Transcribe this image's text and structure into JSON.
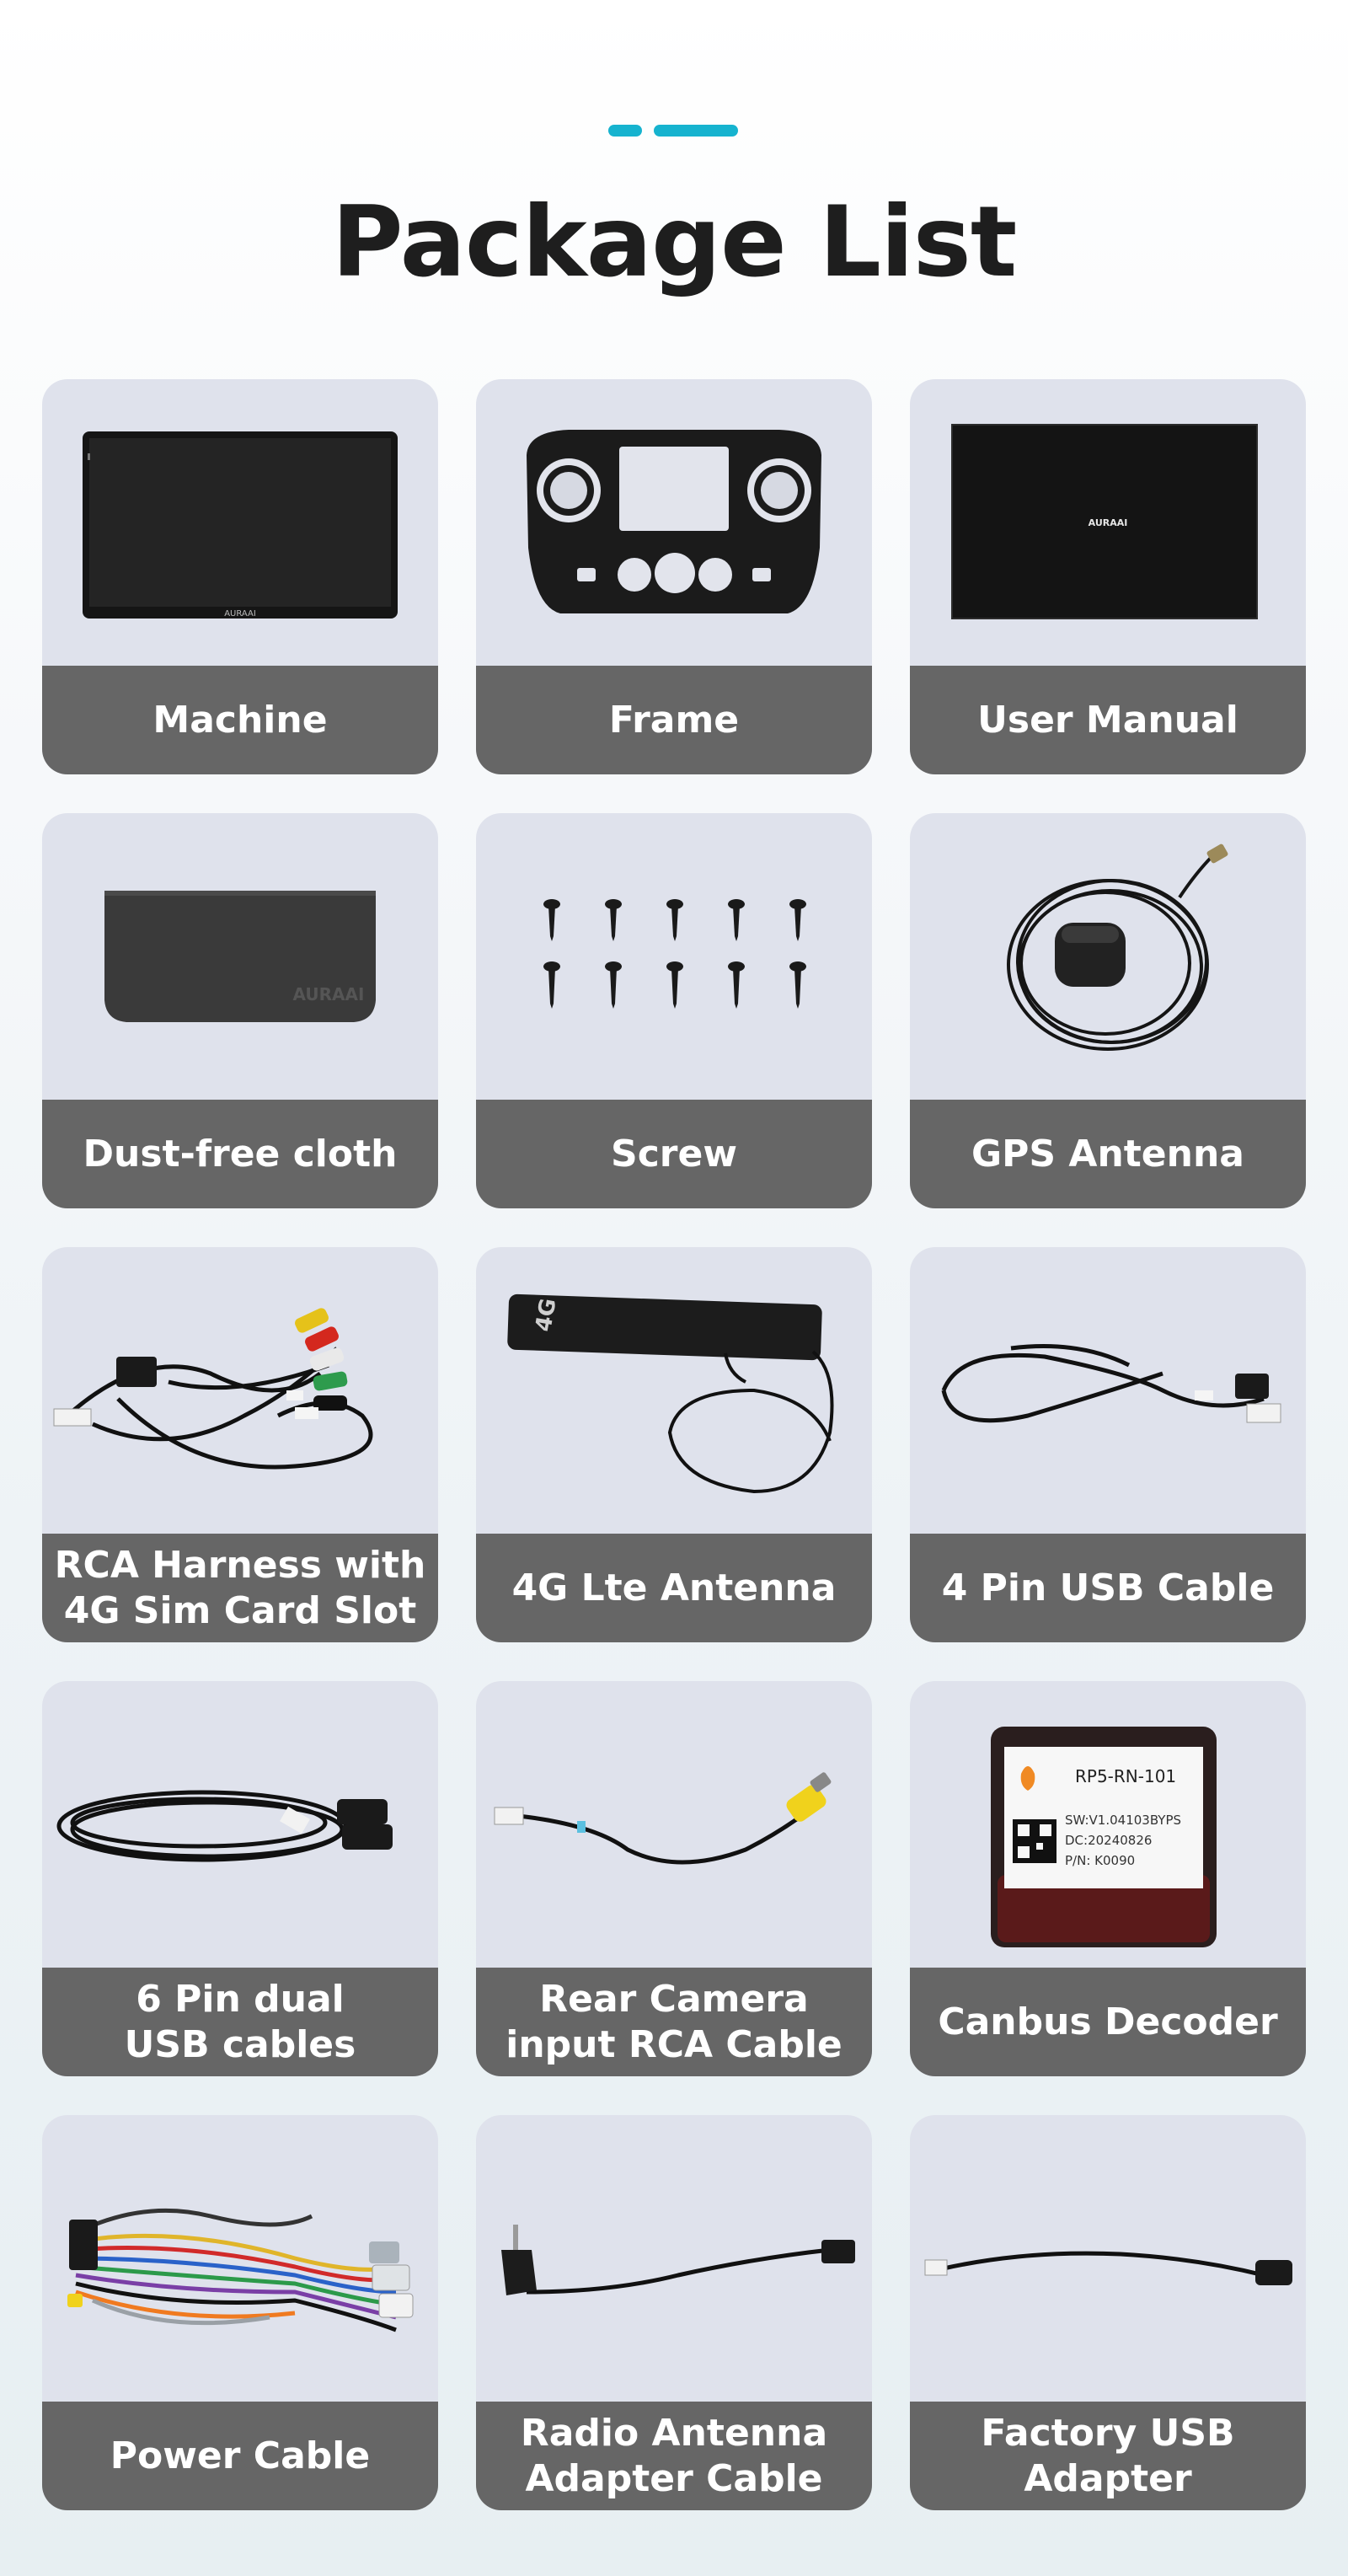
{
  "colors": {
    "accent": "#16b3cf",
    "label_bg": "#666666",
    "card_bg": "#dfe2ec",
    "title": "#1e1e1e"
  },
  "title": "Package List",
  "brand": "AURAAI",
  "items": [
    {
      "label": "Machine",
      "icon": "head-unit-screen-icon"
    },
    {
      "label": "Frame",
      "icon": "dash-frame-icon"
    },
    {
      "label": "User Manual",
      "icon": "manual-booklet-icon"
    },
    {
      "label": "Dust-free cloth",
      "icon": "cloth-icon"
    },
    {
      "label": "Screw",
      "icon": "screws-icon"
    },
    {
      "label": "GPS Antenna",
      "icon": "gps-antenna-icon"
    },
    {
      "label": "RCA Harness with\n4G Sim Card Slot",
      "icon": "rca-harness-icon"
    },
    {
      "label": "4G Lte Antenna",
      "icon": "lte-antenna-icon",
      "antenna_text": "4G"
    },
    {
      "label": "4 Pin USB Cable",
      "icon": "usb-cable-icon"
    },
    {
      "label": "6 Pin dual\nUSB cables",
      "icon": "dual-usb-cable-icon"
    },
    {
      "label": "Rear Camera\ninput RCA Cable",
      "icon": "rca-camera-cable-icon"
    },
    {
      "label": "Canbus Decoder",
      "icon": "canbus-decoder-icon",
      "decoder": {
        "model": "RP5-RN-101",
        "sw": "SW:V1.04103BYPS",
        "dc": "DC:20240826",
        "pn": "P/N: K0090"
      }
    },
    {
      "label": "Power Cable",
      "icon": "power-harness-icon"
    },
    {
      "label": "Radio Antenna\nAdapter Cable",
      "icon": "radio-antenna-adapter-icon"
    },
    {
      "label": "Factory USB\nAdapter",
      "icon": "factory-usb-adapter-icon"
    }
  ]
}
